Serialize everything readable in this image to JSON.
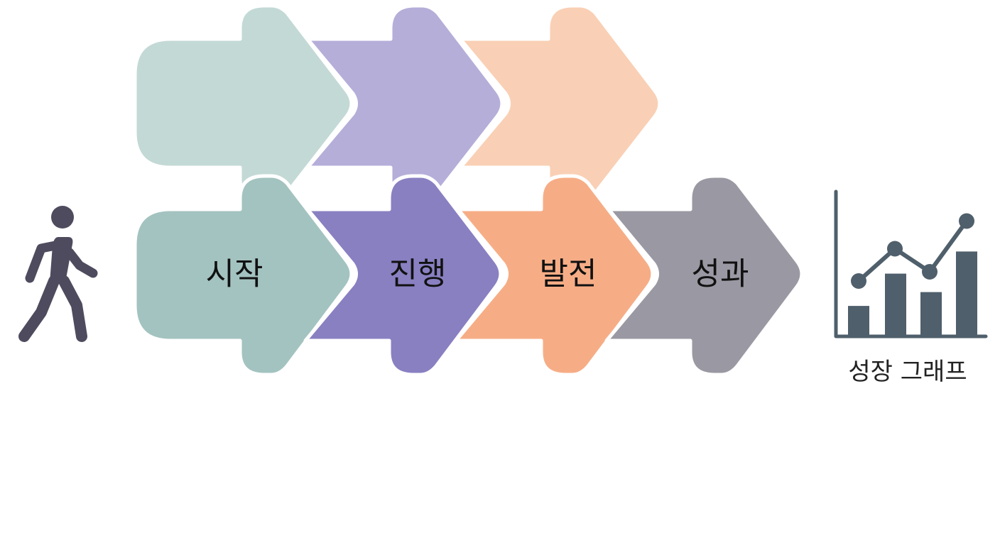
{
  "stages": [
    {
      "label": "시작",
      "color": "#a3c3c0",
      "ghost_color": "#c3d9d5"
    },
    {
      "label": "진행",
      "color": "#8980c2",
      "ghost_color": "#b5aed9"
    },
    {
      "label": "발전",
      "color": "#f6ad86",
      "ghost_color": "#f9d0b5"
    },
    {
      "label": "성과",
      "color": "#9a98a2",
      "ghost_color": null
    }
  ],
  "walker": {
    "icon": "walking-person-icon",
    "color": "#4f4b5e"
  },
  "growth_graph": {
    "label": "성장 그래프",
    "icon": "growth-chart-icon",
    "color": "#4f5f6b",
    "bar_levels": [
      0.33,
      0.68,
      0.48,
      0.92
    ],
    "line_levels": [
      0.6,
      0.95,
      0.7,
      1.25
    ]
  }
}
